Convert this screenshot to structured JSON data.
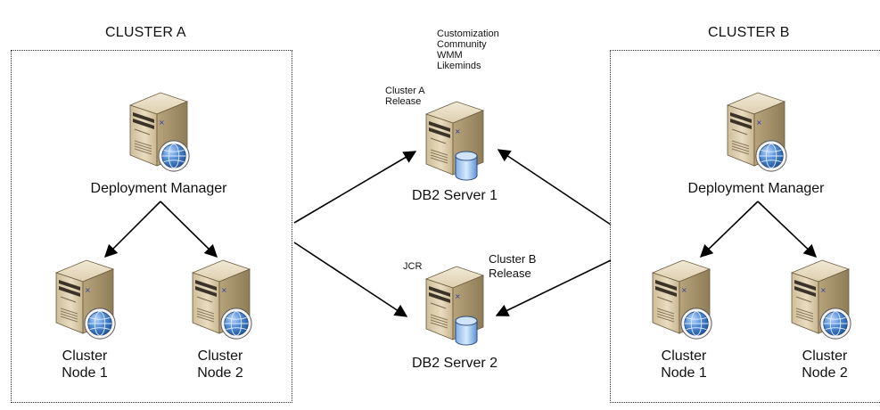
{
  "cluster_a": {
    "title": "CLUSTER A",
    "deployment_manager": "Deployment Manager",
    "node1": {
      "line1": "Cluster",
      "line2": "Node 1"
    },
    "node2": {
      "line1": "Cluster",
      "line2": "Node 2"
    }
  },
  "cluster_b": {
    "title": "CLUSTER B",
    "deployment_manager": "Deployment Manager",
    "node1": {
      "line1": "Cluster",
      "line2": "Node 1"
    },
    "node2": {
      "line1": "Cluster",
      "line2": "Node 2"
    }
  },
  "db_server_1": {
    "label": "DB2 Server 1",
    "release": {
      "line1": "Cluster A",
      "line2": "Release"
    },
    "databases": [
      "Customization",
      "Community",
      "WMM",
      "Likeminds"
    ]
  },
  "db_server_2": {
    "label": "DB2 Server 2",
    "jcr": "JCR",
    "release": {
      "line1": "Cluster B",
      "line2": "Release"
    }
  },
  "colors": {
    "line": "#000000",
    "server": "#d8c8a6",
    "globe": "#2f67b1"
  }
}
